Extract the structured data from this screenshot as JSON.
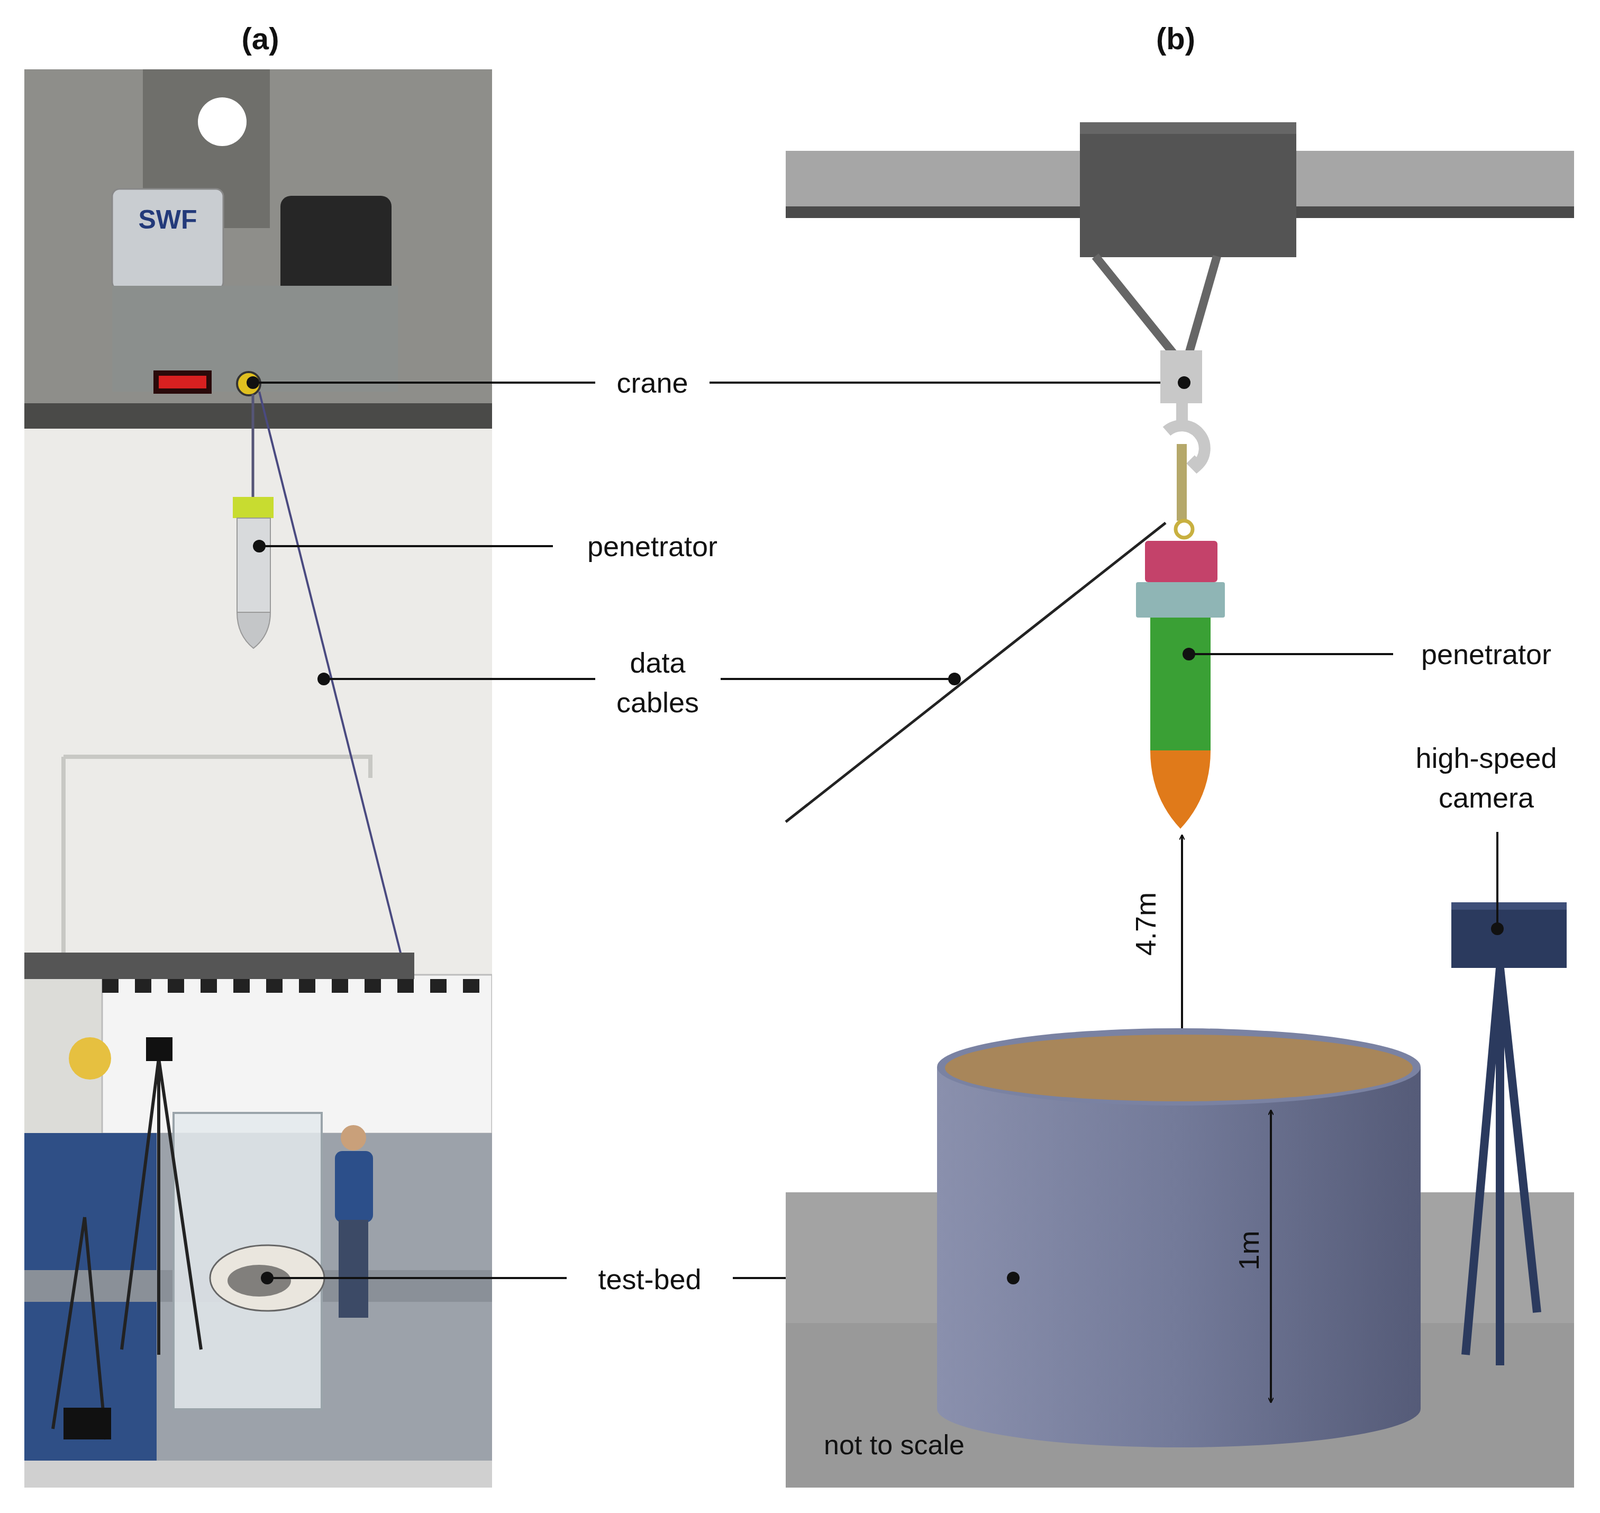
{
  "diagram": {
    "labels": [
      "(a)",
      "(b)",
      "SWF",
      "crane",
      "penetrator",
      "data cables",
      "test-bed",
      "penetrator",
      "high-speed camera",
      "4.7m",
      "1m",
      "not to scale"
    ]
  }
}
